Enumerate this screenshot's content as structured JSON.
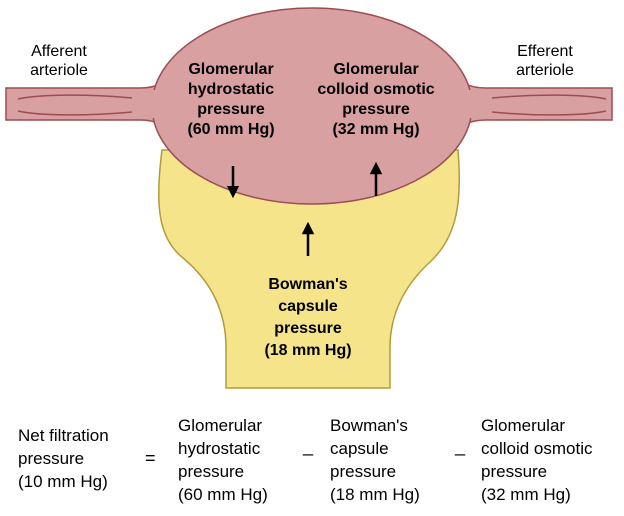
{
  "colors": {
    "glomerulus_fill": "#d9a0a2",
    "glomerulus_stroke": "#9b4d53",
    "capsule_fill": "#f6e48a",
    "capsule_stroke": "#b39a3c",
    "arrow": "#000000"
  },
  "labels": {
    "afferent": [
      "Afferent",
      "arteriole"
    ],
    "efferent": [
      "Efferent",
      "arteriole"
    ],
    "glom_hydrostatic": [
      "Glomerular",
      "hydrostatic",
      "pressure",
      "(60 mm Hg)"
    ],
    "glom_colloid": [
      "Glomerular",
      "colloid osmotic",
      "pressure",
      "(32 mm Hg)"
    ],
    "bowman": [
      "Bowman's",
      "capsule",
      "pressure",
      "(18 mm Hg)"
    ]
  },
  "equation": {
    "lhs": [
      "Net filtration",
      "pressure",
      "(10 mm Hg)"
    ],
    "equals": "=",
    "term1": [
      "Glomerular",
      "hydrostatic",
      "pressure",
      "(60 mm Hg)"
    ],
    "minus1": "_",
    "term2": [
      "Bowman's",
      "capsule",
      "pressure",
      "(18 mm Hg)"
    ],
    "minus2": "_",
    "term3": [
      "Glomerular",
      "colloid osmotic",
      "pressure",
      "(32 mm Hg)"
    ]
  },
  "arrows": [
    {
      "name": "hydrostatic-arrow",
      "direction": "down"
    },
    {
      "name": "colloid-osmotic-arrow",
      "direction": "up"
    },
    {
      "name": "bowman-arrow",
      "direction": "up"
    }
  ]
}
